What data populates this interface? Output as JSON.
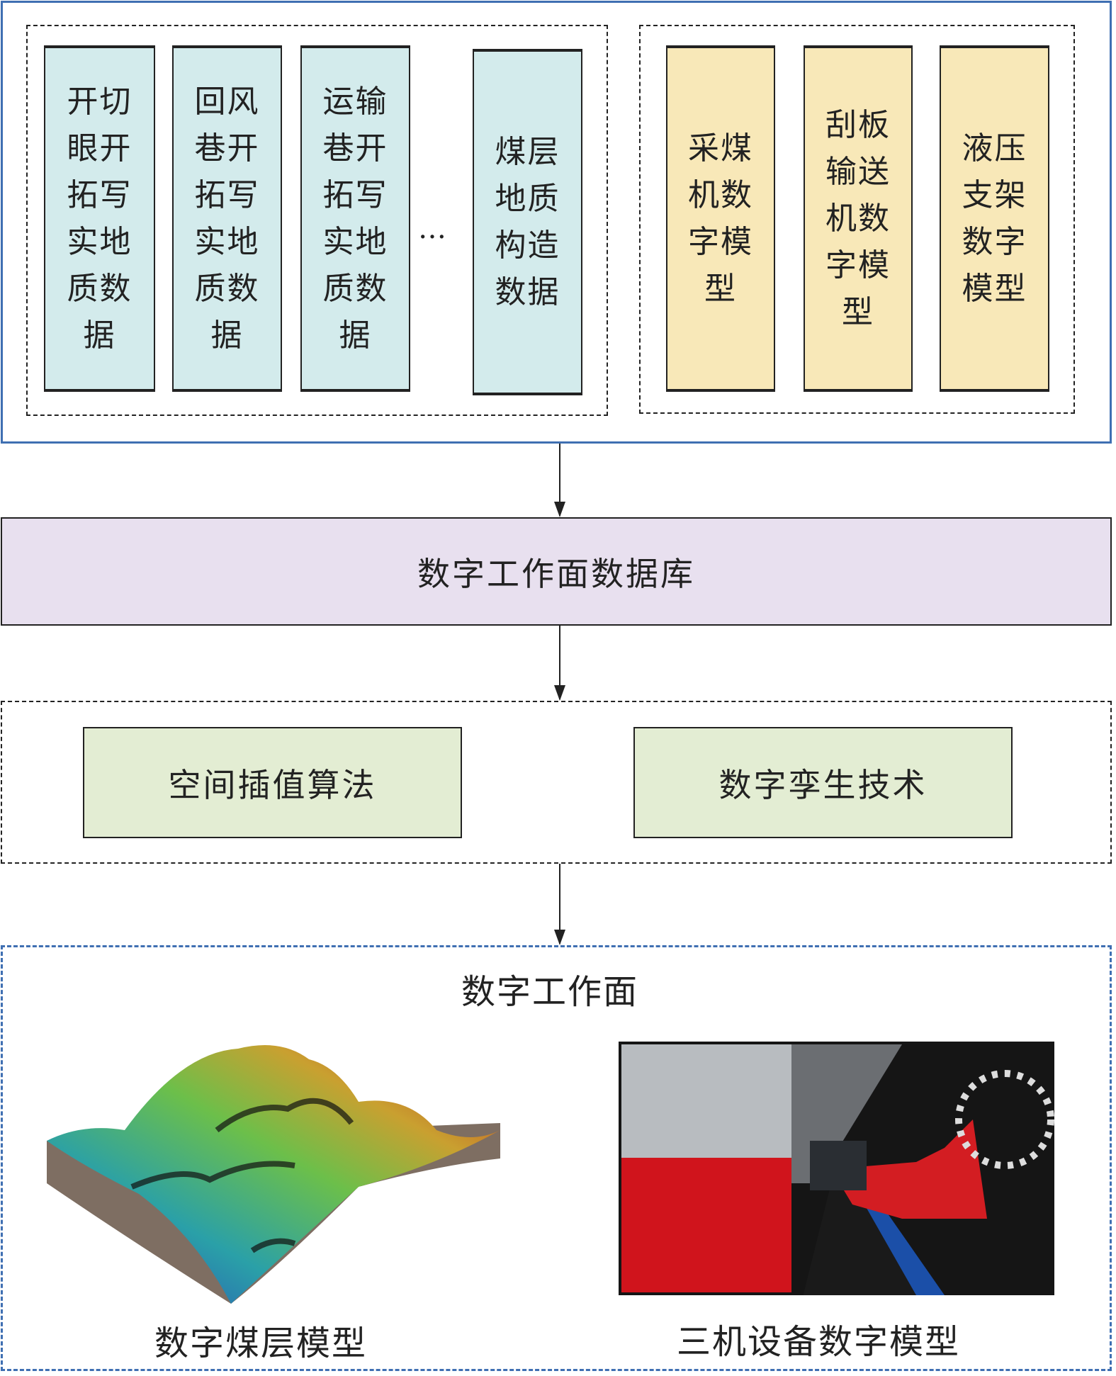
{
  "geology_data": [
    "开切眼开拓写实地质数据",
    "回风巷开拓写实地质数据",
    "运输巷开拓写实地质数据",
    "煤层地质构造数据"
  ],
  "ellipsis": "…",
  "equipment_models": [
    "采煤机数字模型",
    "刮板输送机数字模型",
    "液压支架数字模型"
  ],
  "database": "数字工作面数据库",
  "methods": [
    "空间插值算法",
    "数字孪生技术"
  ],
  "digital_face": {
    "title": "数字工作面",
    "captions": [
      "数字煤层模型",
      "三机设备数字模型"
    ]
  },
  "colors": {
    "teal": "#d3ebec",
    "yellow": "#f8e8b8",
    "purple": "#e8e0ef",
    "green": "#e3edd3",
    "blue": "#3f6fb2"
  }
}
